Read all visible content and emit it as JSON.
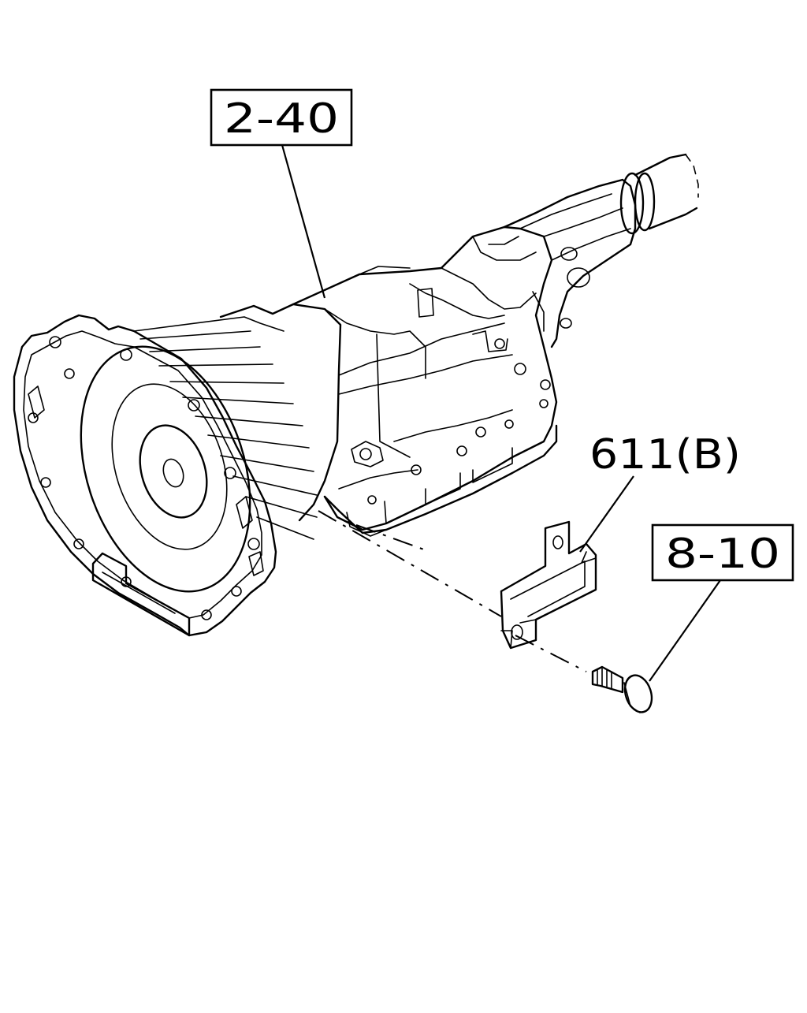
{
  "callouts": {
    "transmission": "2-40",
    "bracket": "611(B)",
    "bolt": "8-10"
  }
}
